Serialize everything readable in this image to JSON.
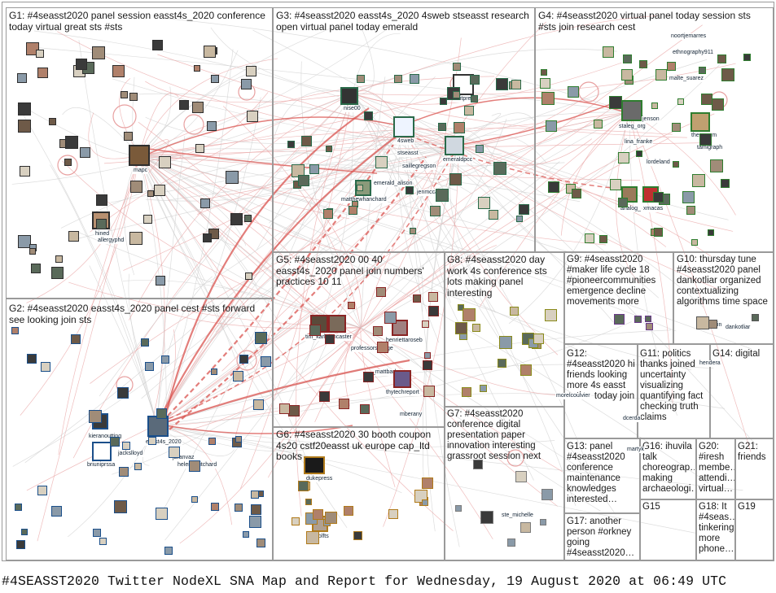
{
  "groups": {
    "g1": "G1: #4seasst2020 panel session easst4s_2020 conference today virtual great sts #sts",
    "g2": "G2: #4seasst2020 easst4s_2020 panel cest #sts forward see looking join sts",
    "g3": "G3: #4seasst2020 easst4s_2020 4sweb stseasst research open virtual panel today emerald",
    "g4": "G4: #4seasst2020 virtual panel today session sts #sts join research cest",
    "g5": "G5: #4seasst2020 00 40 easst4s_2020 panel join numbers' practices 10 11",
    "g6": "G6: #4seasst2020 30 booth coupon 4s20 cstf20easst uk europe cap_ltd books",
    "g7": "G7: #4seasst2020 conference digital presentation paper innovation interesting grassroot session next",
    "g8": "G8: #4seasst2020 day work 4s conference sts lots making panel interesting",
    "g9": "G9: #4seasst2020 #maker life cycle 18 #pioneercommunities emergence decline movements more",
    "g10": "G10: thursday tune #4seasst2020 panel dankotliar organized contextualizing algorithms time space",
    "g11": "G11: politics thanks joined uncertainty visualizing quantifying fact checking truth claims",
    "g12": "G12: #4seasst2020 hi friends looking more 4s easst action today join",
    "g13": "G13: panel #4seasst2020 conference maintenance knowledges interested…",
    "g14": "G14: digital",
    "g15": "G15",
    "g16": "G16: ihuvila talk choreograp… making archaeologi…",
    "g17": "G17: another person #orkney going #4seasst2020…",
    "g18": "G18: It #4seas… tinkering more phone…",
    "g19": "G19",
    "g20": "G20: #iresh membe… attendi… virtual…",
    "g21": "G21: friends"
  },
  "node_labels": {
    "mapc": "mapc",
    "hined": "hined",
    "allergyphd": "allergyphd",
    "nise00": "nise00",
    "mitpress": "mitpress",
    "fourSweb": "4sweb",
    "stseasst": "stseasst",
    "emeraldpcc": "emeraldpcc",
    "saillegregson": "saillegregson",
    "emerald_alison": "emerald_alison",
    "jenmccall15": "jenmccall15",
    "matthewhanchard": "matthewhanchard",
    "noortjemarres": "noortjemarres",
    "ethnography911": "ethnography911",
    "malte_suarez": "malte_suarez",
    "staleg_org": "staleg_org",
    "jenson": "jenson",
    "lina_franke": "lina_franke",
    "theo_pom": "theo_pom",
    "tamigraph": "tamigraph",
    "lordeland": "lordeland",
    "analog_": "analog_",
    "xmacas": "xmacas",
    "tim_karl_lancaster": "tim_karl_lancaster",
    "henriettaroseb": "henriettaroseb",
    "professorsavage": "professorsavage",
    "mattbarlow": "_mattbarlow",
    "thytechreport": "thytechreport",
    "mberany": "mberany",
    "kieranoutting": "kieranoutting",
    "briuniprssa": "briuniprssa",
    "jacksonlloyd": "jackslloyd",
    "easst4s_2020": "easst4s_2020",
    "helen_pritchard": "helen_pritchard",
    "jaranvaz": "jaranvaz",
    "dukepress": "dukepress",
    "scholfts": "scholfts",
    "ste_michelle": "ste_michelle",
    "annajobin": "annajobin",
    "dankotliar": "dankotliar",
    "hendera": "hendera",
    "dcerda": "dcerda",
    "martyk": "martyk",
    "morelcoulvier": "morelcoulvier"
  },
  "caption": "#4SEASST2020 Twitter NodeXL SNA Map and Report for Wednesday, 19 August 2020 at 06:49 UTC",
  "colors": {
    "edge_strong": "#d9534f",
    "edge_light": "#e8a0a0",
    "edge_gray": "#cfcfcf",
    "grid_line": "#9a9a9a"
  }
}
